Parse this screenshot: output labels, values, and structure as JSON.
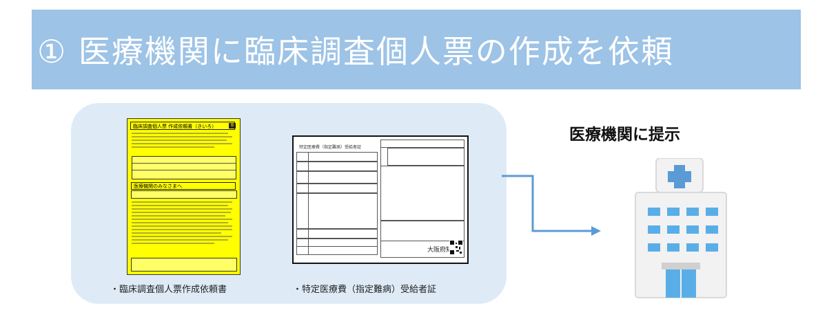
{
  "banner": {
    "title": "① 医療機関に臨床調査個人票の作成を依頼"
  },
  "docs": {
    "request_form": {
      "title": "臨床調査個人票 作成依頼書（きいろ）",
      "badge": "B",
      "section_medical": "医療機関のみなさまへ",
      "caption": "・臨床調査個人票作成依頼書"
    },
    "certificate": {
      "title": "特定医療費（指定難病）受給者証",
      "issuer": "大阪府知",
      "caption": "・特定医療費（指定難病）受給者証"
    }
  },
  "present": {
    "label": "医療機関に提示"
  },
  "colors": {
    "banner": "#9dc3e6",
    "panel": "#deebf7",
    "arrow": "#5b9bd5",
    "hospital_body": "#f2f2f2",
    "hospital_window": "#5aaee8",
    "hospital_cross": "#5b9bd5"
  },
  "icons": [
    "hospital-icon",
    "arrow-icon"
  ]
}
